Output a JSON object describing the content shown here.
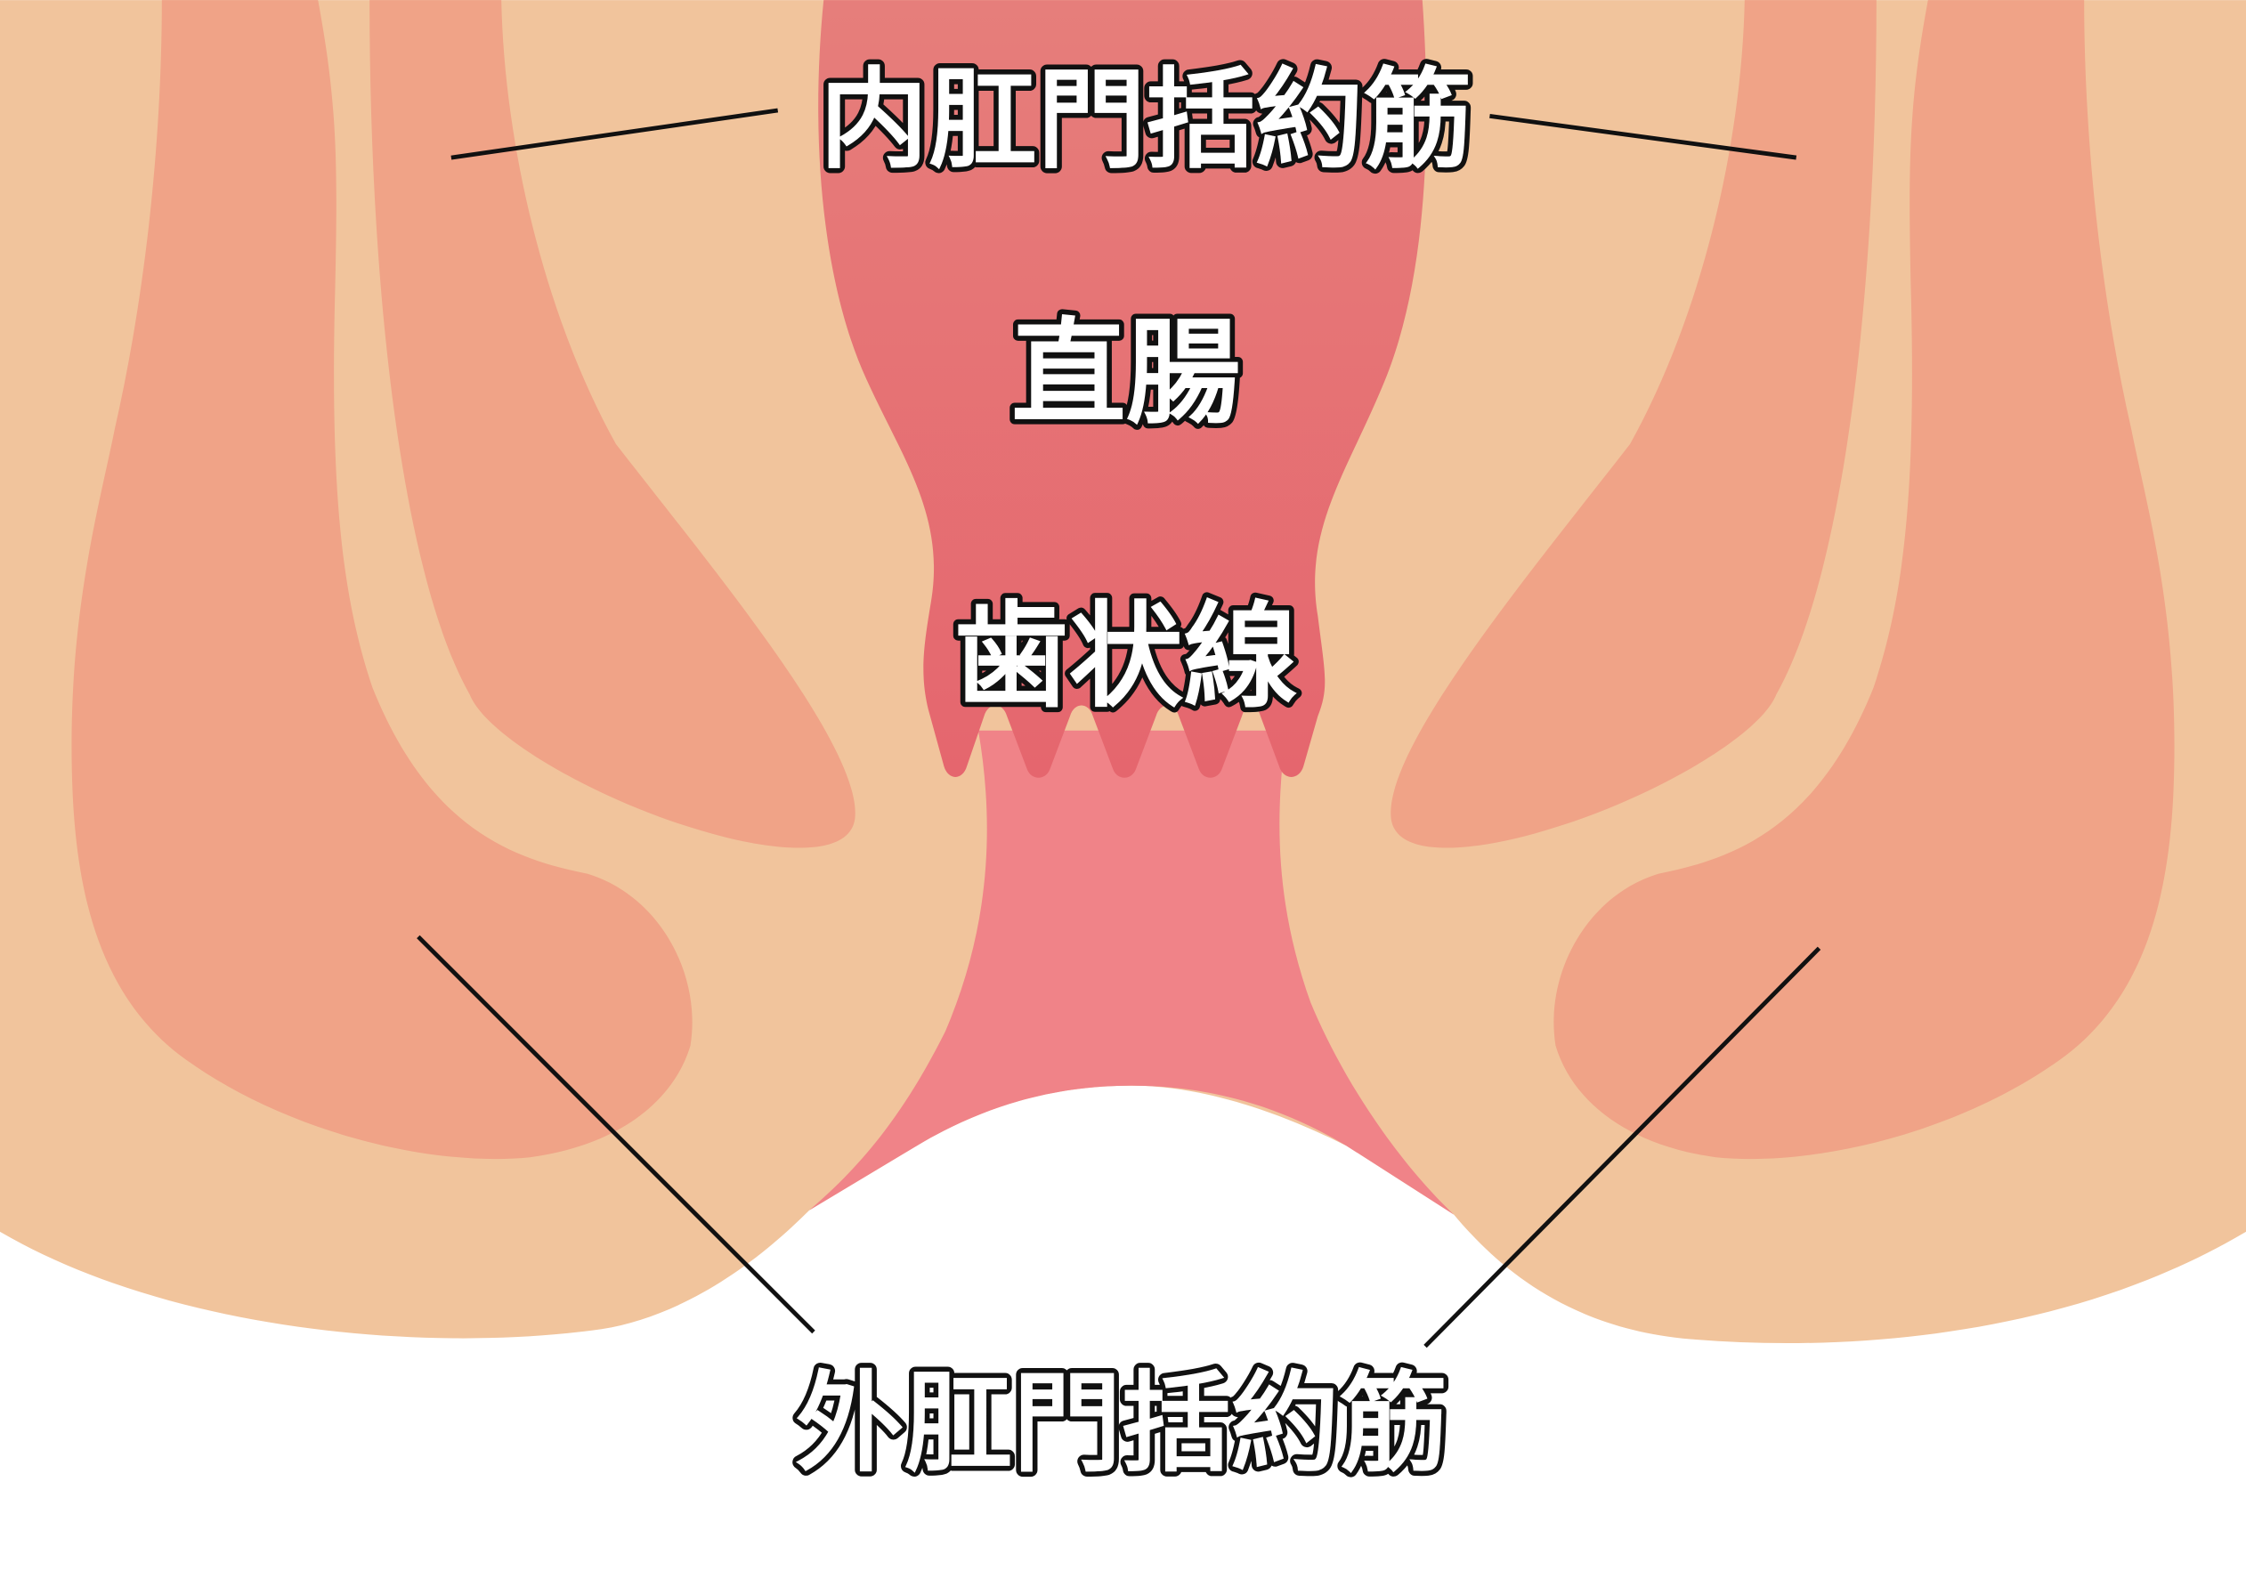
{
  "labels": {
    "internal_sphincter": "内肛門括約筋",
    "rectum": "直腸",
    "dentate_line": "歯状線",
    "external_sphincter": "外肛門括約筋"
  },
  "colors": {
    "skin": "#F1C49C",
    "muscle": "#F0A387",
    "rectum_top": "#E67E7B",
    "rectum_bottom": "#E5666E",
    "anal_canal": "#F08388",
    "background": "#FFFFFF"
  }
}
